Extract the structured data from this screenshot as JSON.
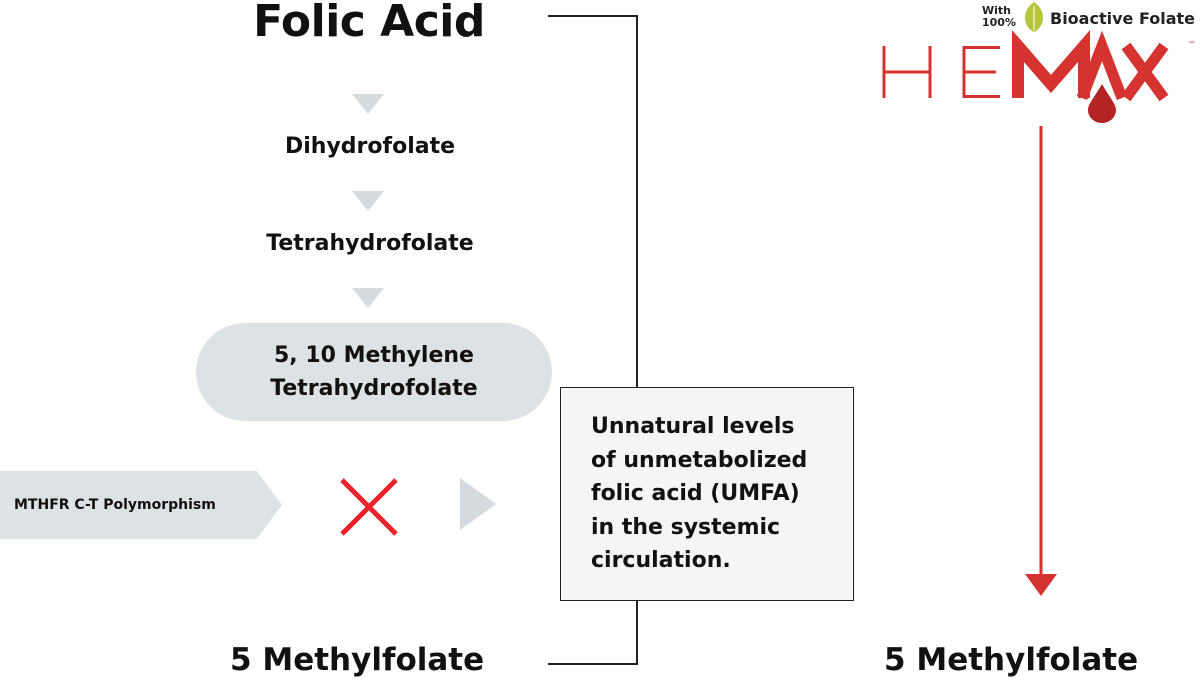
{
  "diagram": {
    "title": "Folic Acid",
    "steps": [
      "Dihydrofolate",
      "Tetrahydrofolate"
    ],
    "methylene": {
      "line1": "5, 10 Methylene",
      "line2": "Tetrahydrofolate"
    },
    "polymorphism": "MTHFR C-T Polymorphism",
    "blocked_icon": "cross-icon",
    "umfa_box": "Unnatural levels\nof unmetabolized\nfolic acid (UMFA)\nin the systemic\ncirculation.",
    "left_result": "5 Methylfolate",
    "right_result": "5 Methylfolate"
  },
  "brand": {
    "with_text": "With\n100%",
    "leaf_icon": "leaf-icon",
    "tagline": "Bioactive Folate",
    "logo_text": "HEMAX",
    "trademark": "™",
    "drop_icon": "blood-drop-icon",
    "colors": {
      "red": "#d4332f",
      "leaf": "#b5c43a",
      "pill": "#dde2e5",
      "arrow_grey": "#d5dbde"
    }
  }
}
